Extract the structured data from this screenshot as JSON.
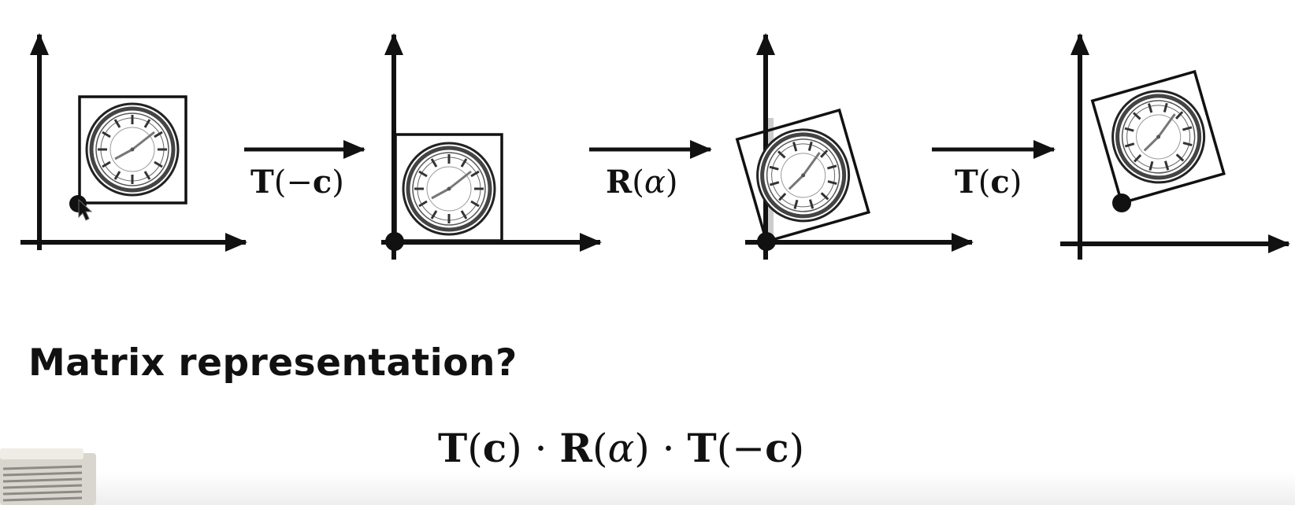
{
  "steps": [
    {
      "id": "original",
      "label": ""
    },
    {
      "id": "translated",
      "label": "T(−c)"
    },
    {
      "id": "rotated",
      "label": "R(α)"
    },
    {
      "id": "translated-back",
      "label": "T(c)"
    }
  ],
  "transforms": [
    {
      "fn": "T",
      "arg": "−",
      "var": "c"
    },
    {
      "fn": "R",
      "arg": "",
      "var": "α"
    },
    {
      "fn": "T",
      "arg": "",
      "var": "c"
    }
  ],
  "question": "Matrix representation?",
  "formula": {
    "t1": "T",
    "c1": "c",
    "dot1": "·",
    "r": "R",
    "alpha": "α",
    "dot2": "·",
    "t2": "T",
    "minus": "−",
    "c2": "c"
  },
  "colors": {
    "ink": "#111111",
    "background": "#ffffff"
  }
}
